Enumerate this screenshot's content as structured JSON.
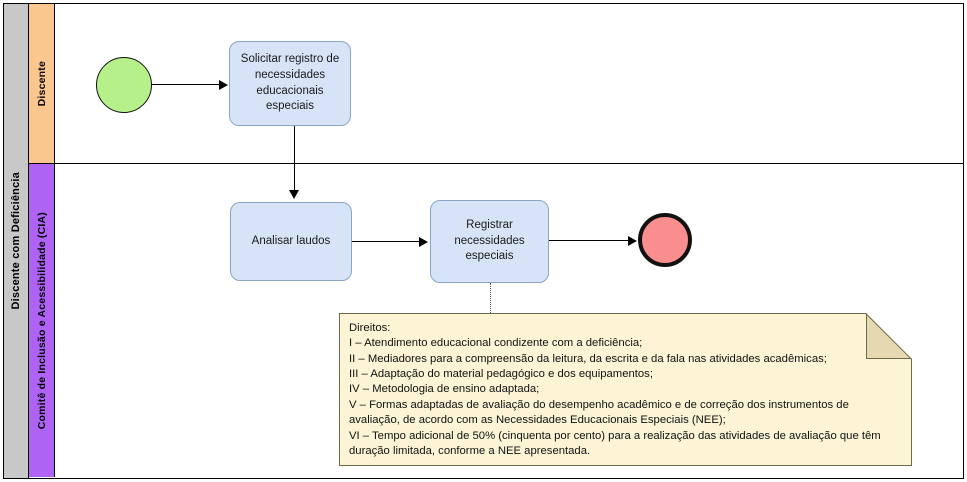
{
  "diagram": {
    "type": "bpmn-flowchart",
    "pool": {
      "label": "Discente com Deficiência",
      "color": "#c8c8c8"
    },
    "lanes": [
      {
        "id": "discente",
        "label": "Discente",
        "color": "#fbc78e"
      },
      {
        "id": "cia",
        "label": "Comitê de Inclusão e Acessibilidade (CIA)",
        "color": "#ae63f5"
      }
    ],
    "events": [
      {
        "id": "start",
        "name": "start-event",
        "color": "#b6f08a",
        "label": ""
      },
      {
        "id": "end",
        "name": "end-event",
        "color": "#fa8e8e",
        "label": ""
      }
    ],
    "tasks": [
      {
        "id": "solicitar",
        "label": "Solicitar registro de necessidades educacionais especiais",
        "lane": "discente"
      },
      {
        "id": "analisar",
        "label": "Analisar laudos",
        "lane": "cia"
      },
      {
        "id": "registrar",
        "label": "Registrar necessidades especiais",
        "lane": "cia"
      }
    ],
    "task_fill": "#d7e4f7",
    "note": {
      "title": "Direitos:",
      "text": "Direitos:\nI – Atendimento educacional condizente com a deficiência;\nII – Mediadores para a compreensão da leitura, da escrita e da fala nas atividades acadêmicas;\nIII – Adaptação do material pedagógico e dos equipamentos;\nIV – Metodologia de ensino adaptada;\nV – Formas adaptadas de avaliação do desempenho acadêmico e de correção dos instrumentos de avaliação, de acordo com as Necessidades Educacionais Especiais (NEE);\nVI – Tempo adicional de 50% (cinquenta por cento) para a realização das atividades de avaliação que têm duração limitada, conforme a NEE apresentada.",
      "items": [
        "I – Atendimento educacional condizente com a deficiência;",
        "II – Mediadores para a compreensão da leitura, da escrita e da fala nas atividades acadêmicas;",
        "III – Adaptação do material pedagógico e dos equipamentos;",
        "IV – Metodologia de ensino adaptada;",
        "V – Formas adaptadas de avaliação do desempenho acadêmico e de correção dos instrumentos de avaliação, de acordo com as Necessidades Educacionais Especiais (NEE);",
        "VI – Tempo adicional de 50% (cinquenta por cento) para a realização das atividades de avaliação que têm duração limitada, conforme a NEE apresentada."
      ],
      "fill": "#fdf3d5"
    }
  }
}
